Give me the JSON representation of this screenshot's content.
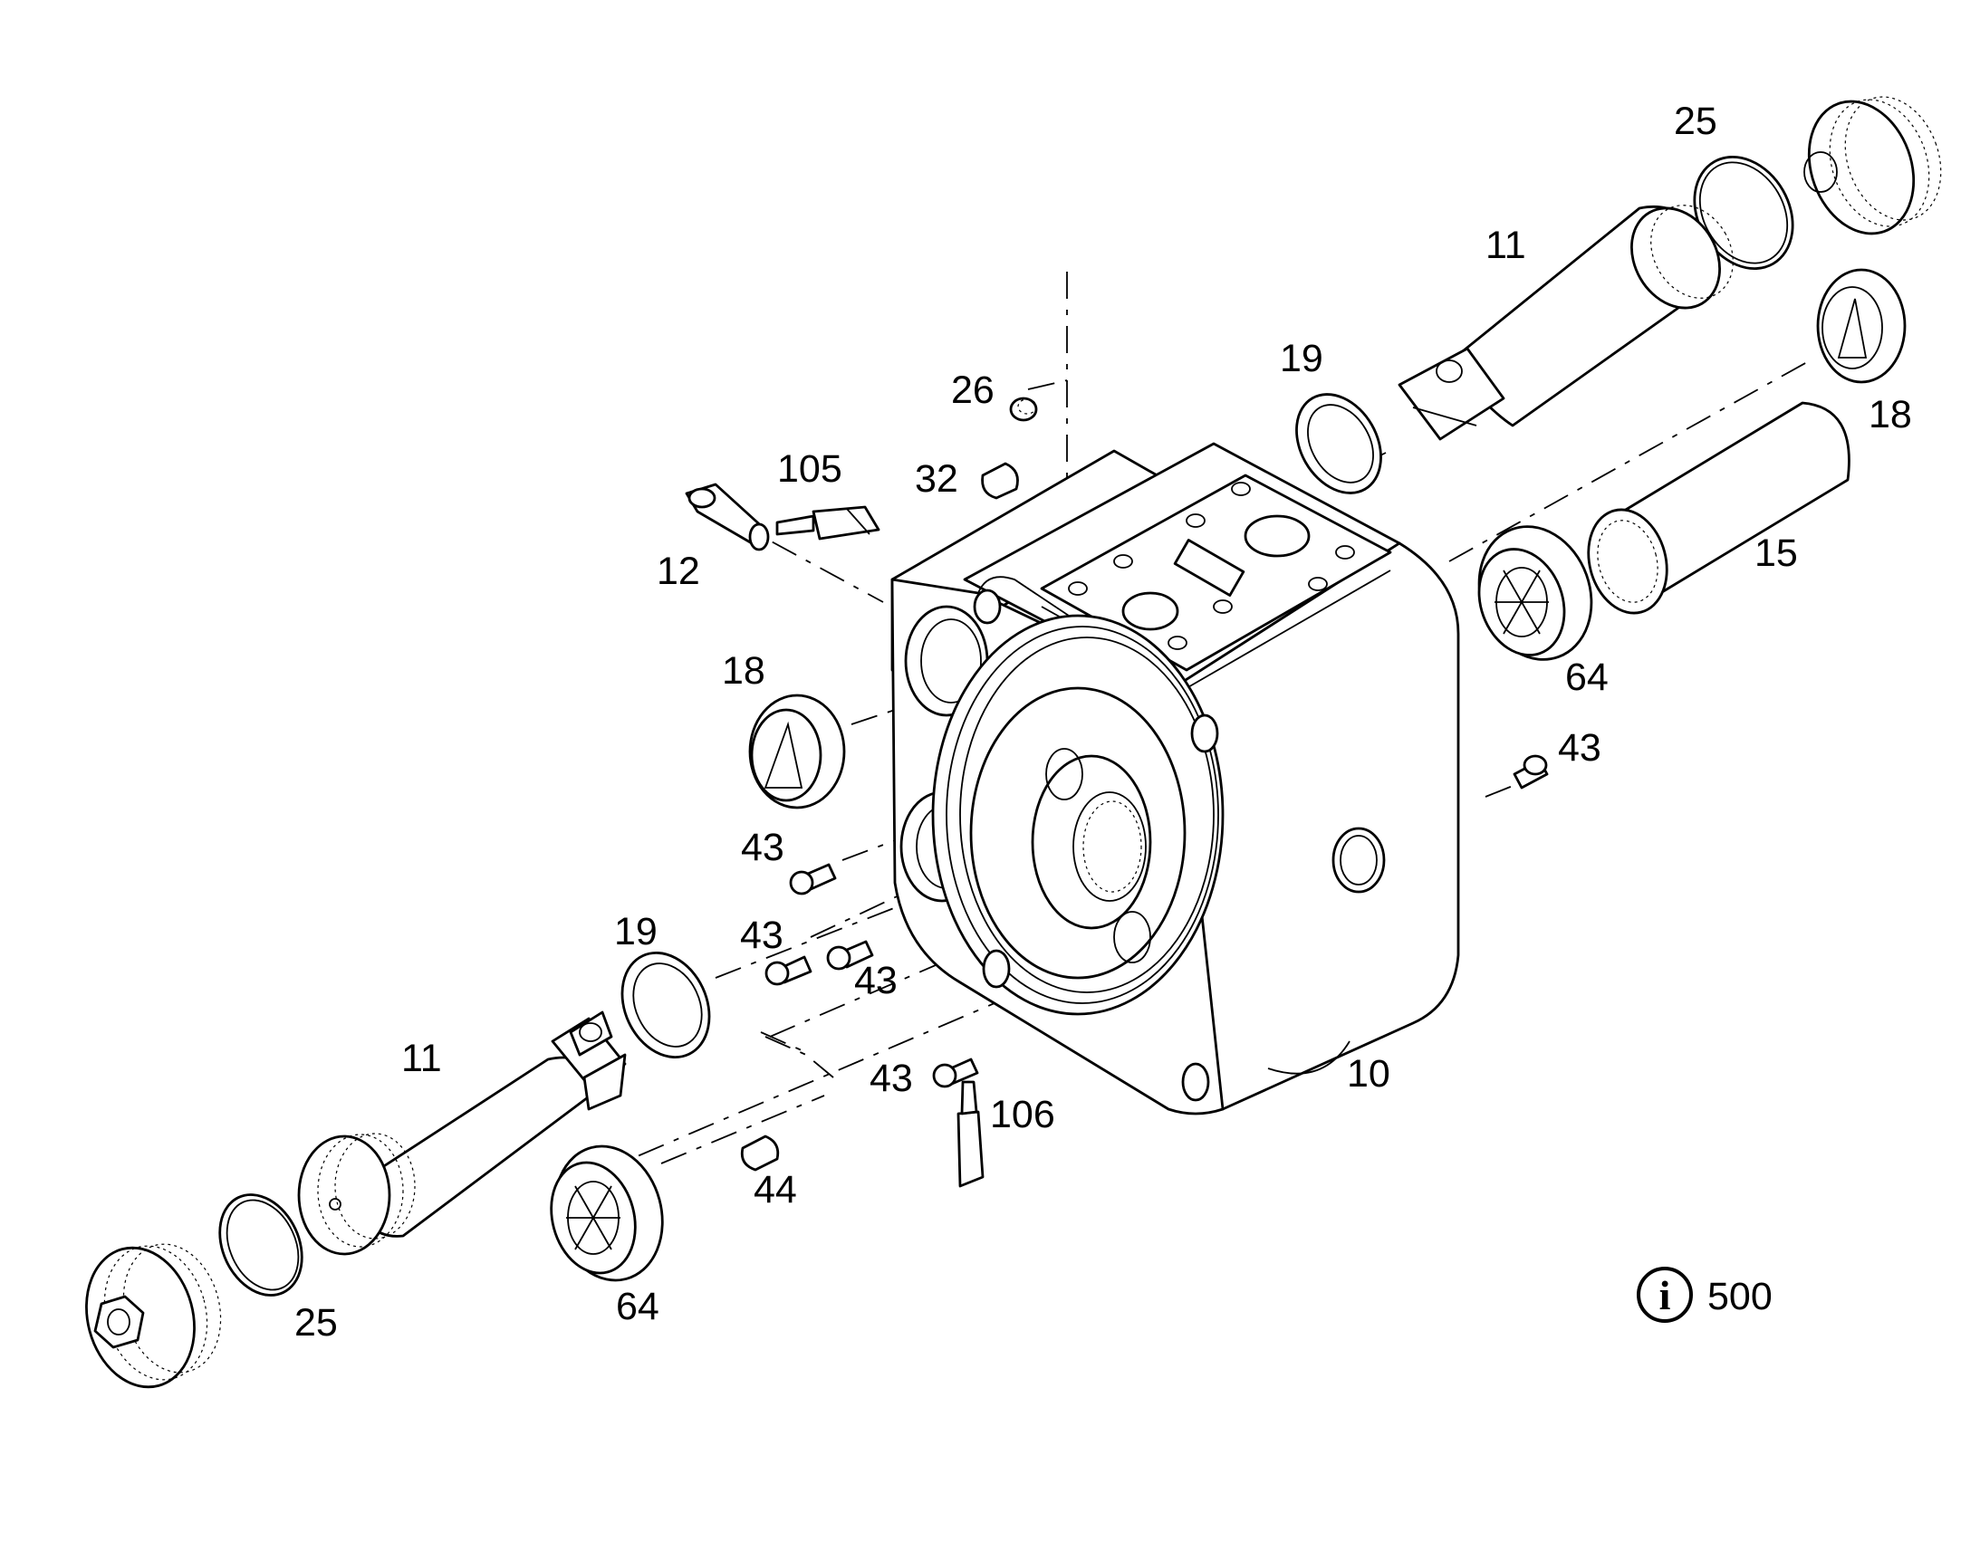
{
  "callouts": {
    "c25_top": "25",
    "c11_top": "11",
    "c19_top": "19",
    "c18_right": "18",
    "c26": "26",
    "c105": "105",
    "c32": "32",
    "c12": "12",
    "c15": "15",
    "c64_right": "64",
    "c18_left": "18",
    "c43_right": "43",
    "c43_a": "43",
    "c43_b": "43",
    "c43_c": "43",
    "c43_d": "43",
    "c19_bottom": "19",
    "c11_bottom": "11",
    "c10": "10",
    "c106": "106",
    "c44": "44",
    "c25_bottom": "25",
    "c64_bottom": "64"
  },
  "info": {
    "icon": "info-icon",
    "reference": "500"
  }
}
